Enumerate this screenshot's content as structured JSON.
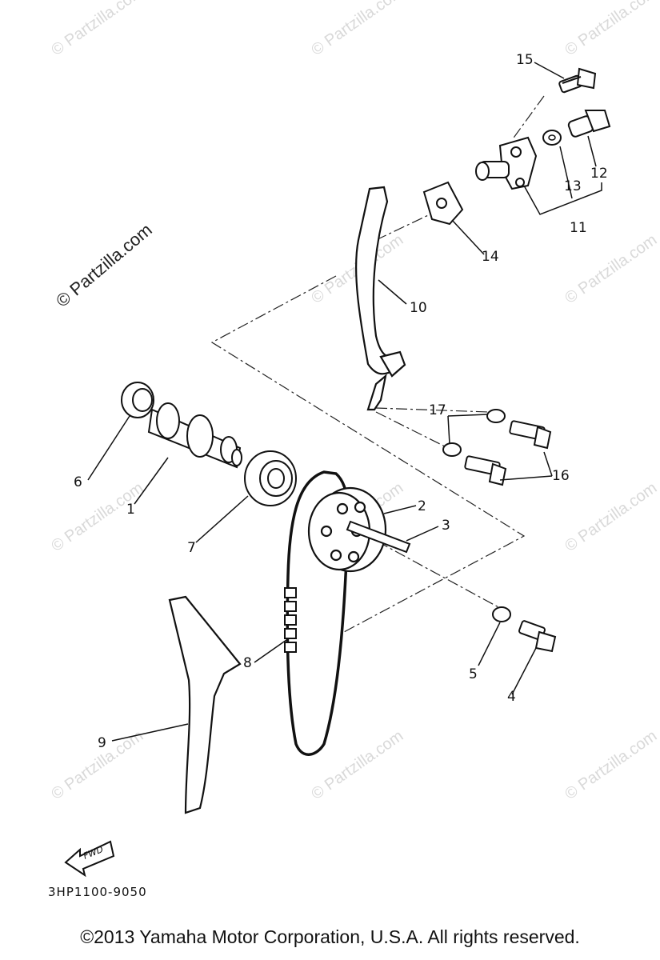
{
  "diagram": {
    "part_code": "3HP1100-9050",
    "fwd_label": "FWD",
    "watermark_main": "© Partzilla.com",
    "watermark_small": "© Partzilla.com",
    "callouts": {
      "c1": "1",
      "c2": "2",
      "c3": "3",
      "c4": "4",
      "c5": "5",
      "c6": "6",
      "c7": "7",
      "c8": "8",
      "c9": "9",
      "c10": "10",
      "c11": "11",
      "c12": "12",
      "c13": "13",
      "c14": "14",
      "c15": "15",
      "c16": "16",
      "c17": "17"
    }
  },
  "footer": {
    "copyright": "©2013  Yamaha Motor Corporation, U.S.A. All rights reserved."
  }
}
